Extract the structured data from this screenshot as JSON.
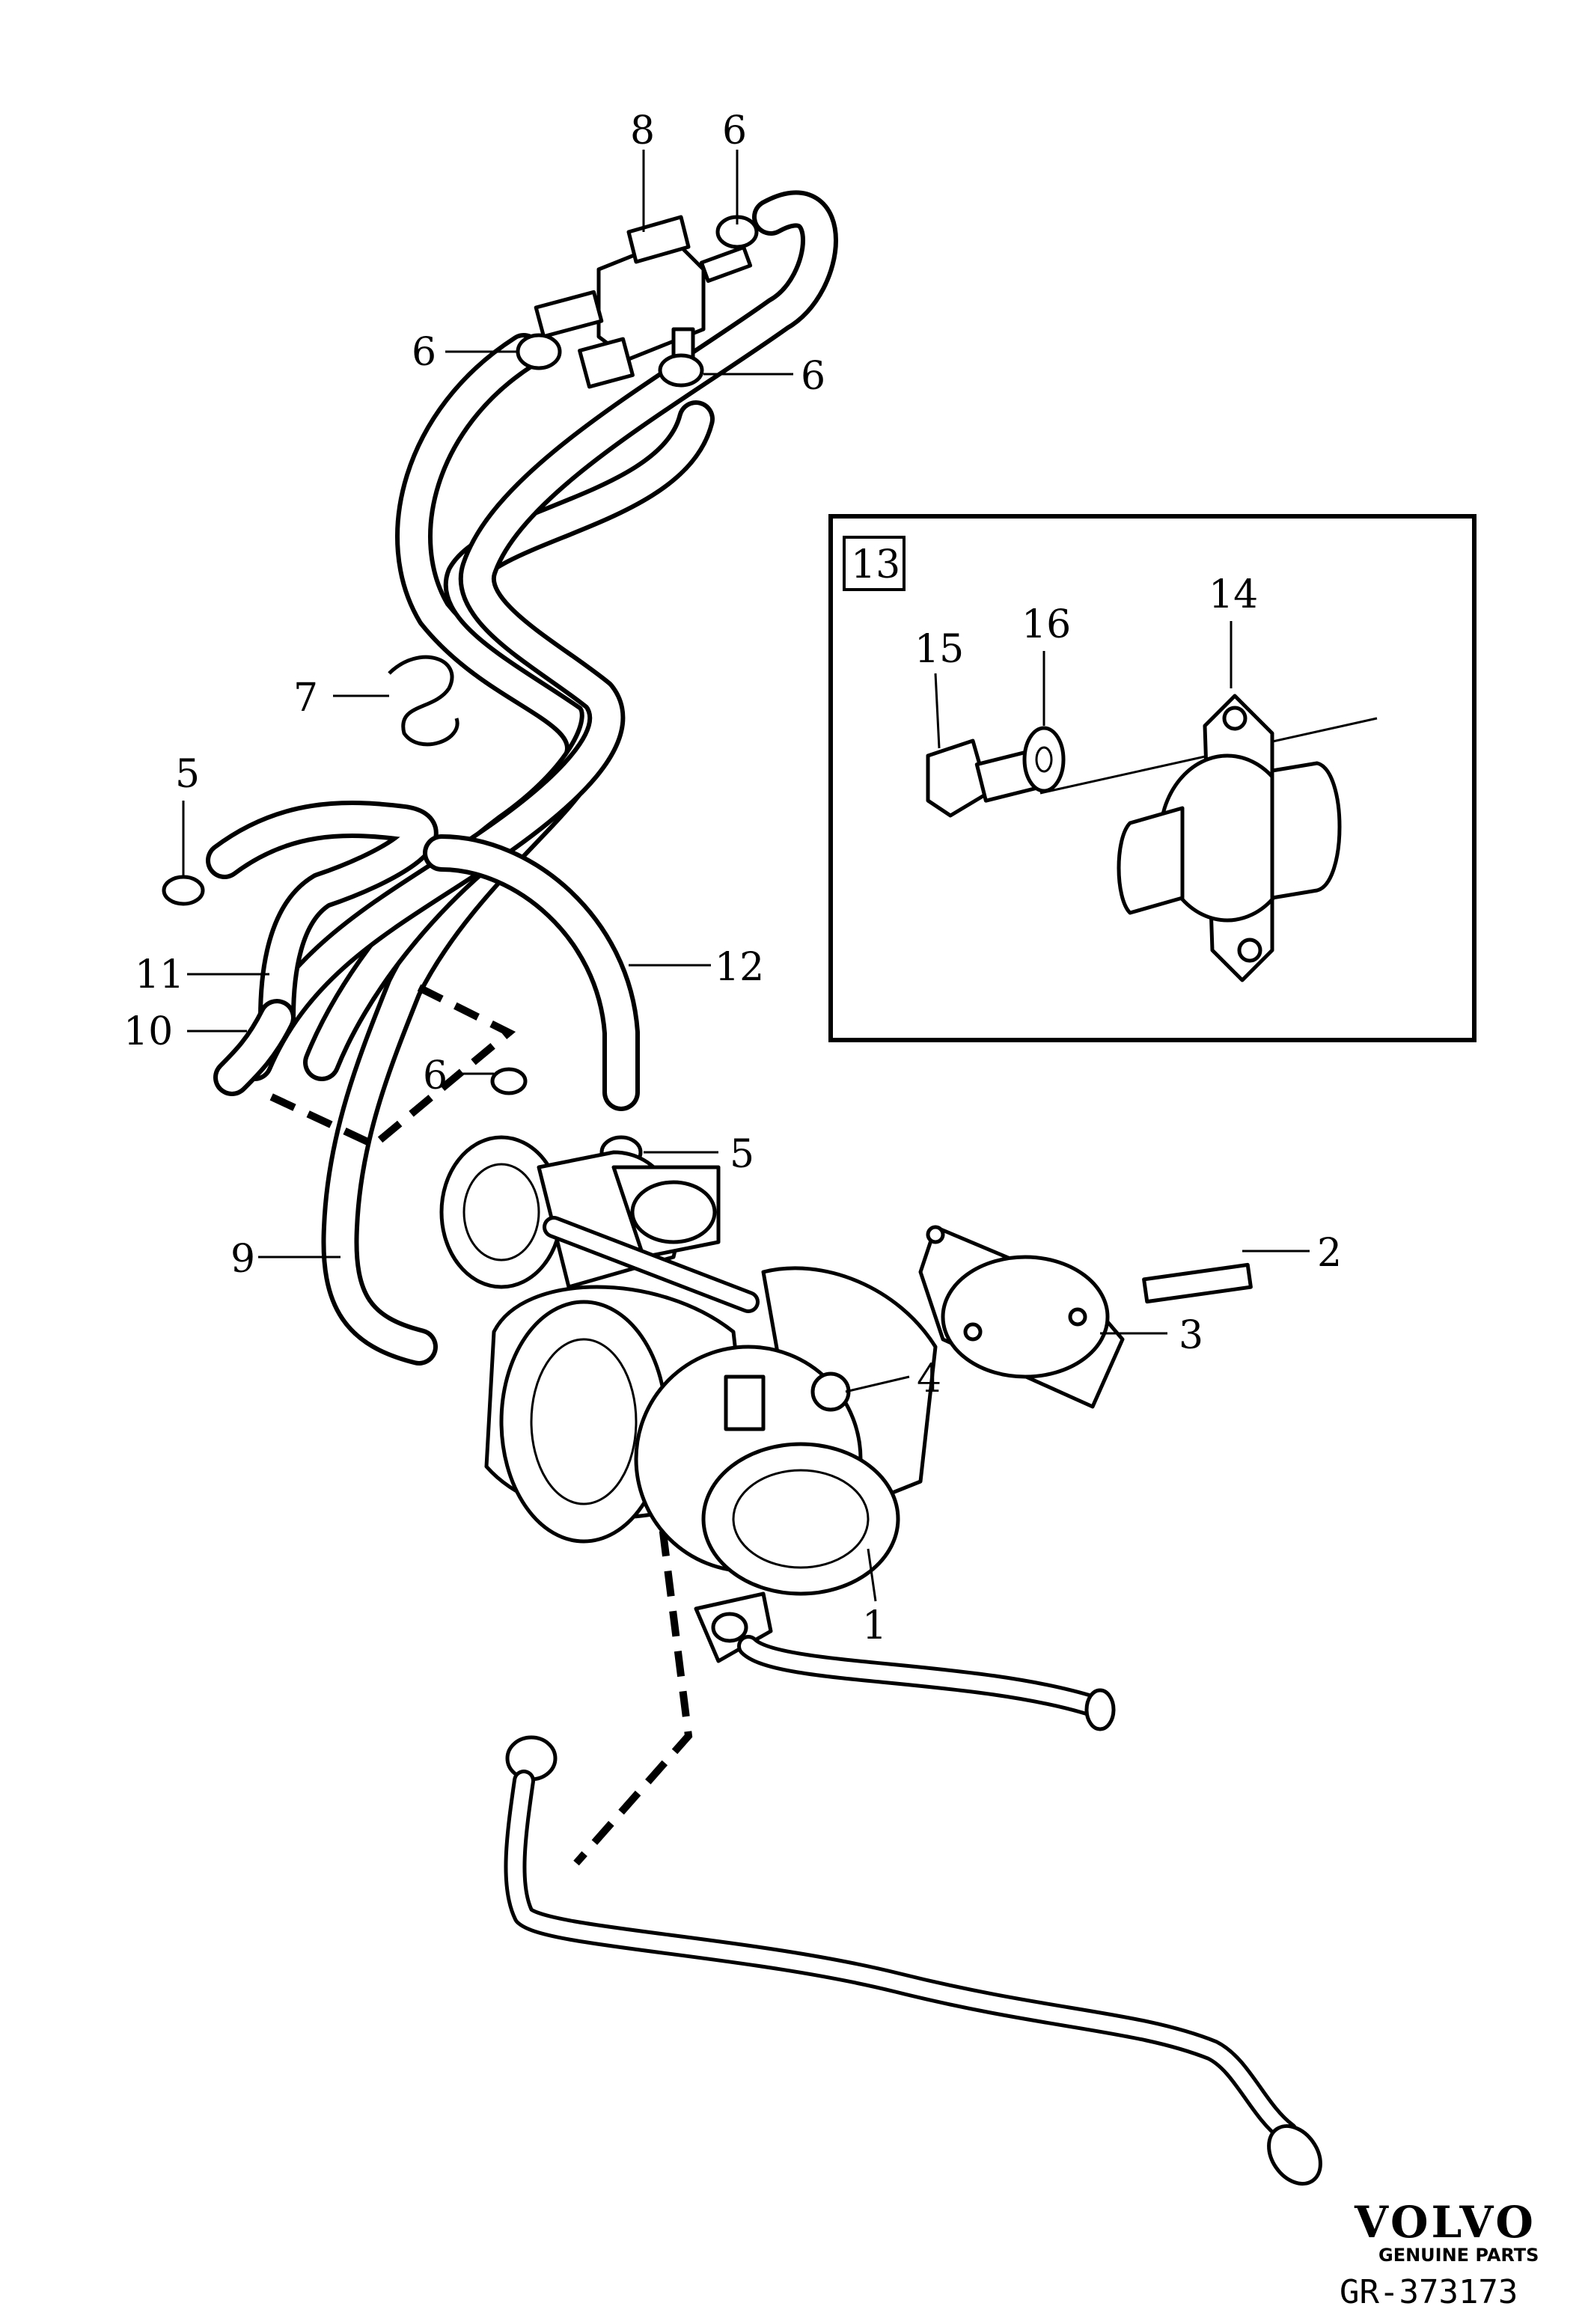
{
  "callouts": {
    "c1": "1",
    "c2": "2",
    "c3": "3",
    "c4": "4",
    "c5a": "5",
    "c5b": "5",
    "c6a": "6",
    "c6b": "6",
    "c6c": "6",
    "c6d": "6",
    "c7": "7",
    "c8": "8",
    "c9": "9",
    "c10": "10",
    "c11": "11",
    "c12": "12",
    "c13": "13",
    "c14": "14",
    "c15": "15",
    "c16": "16"
  },
  "brand": {
    "name": "VOLVO",
    "tagline": "GENUINE PARTS"
  },
  "reference": "GR-373173"
}
